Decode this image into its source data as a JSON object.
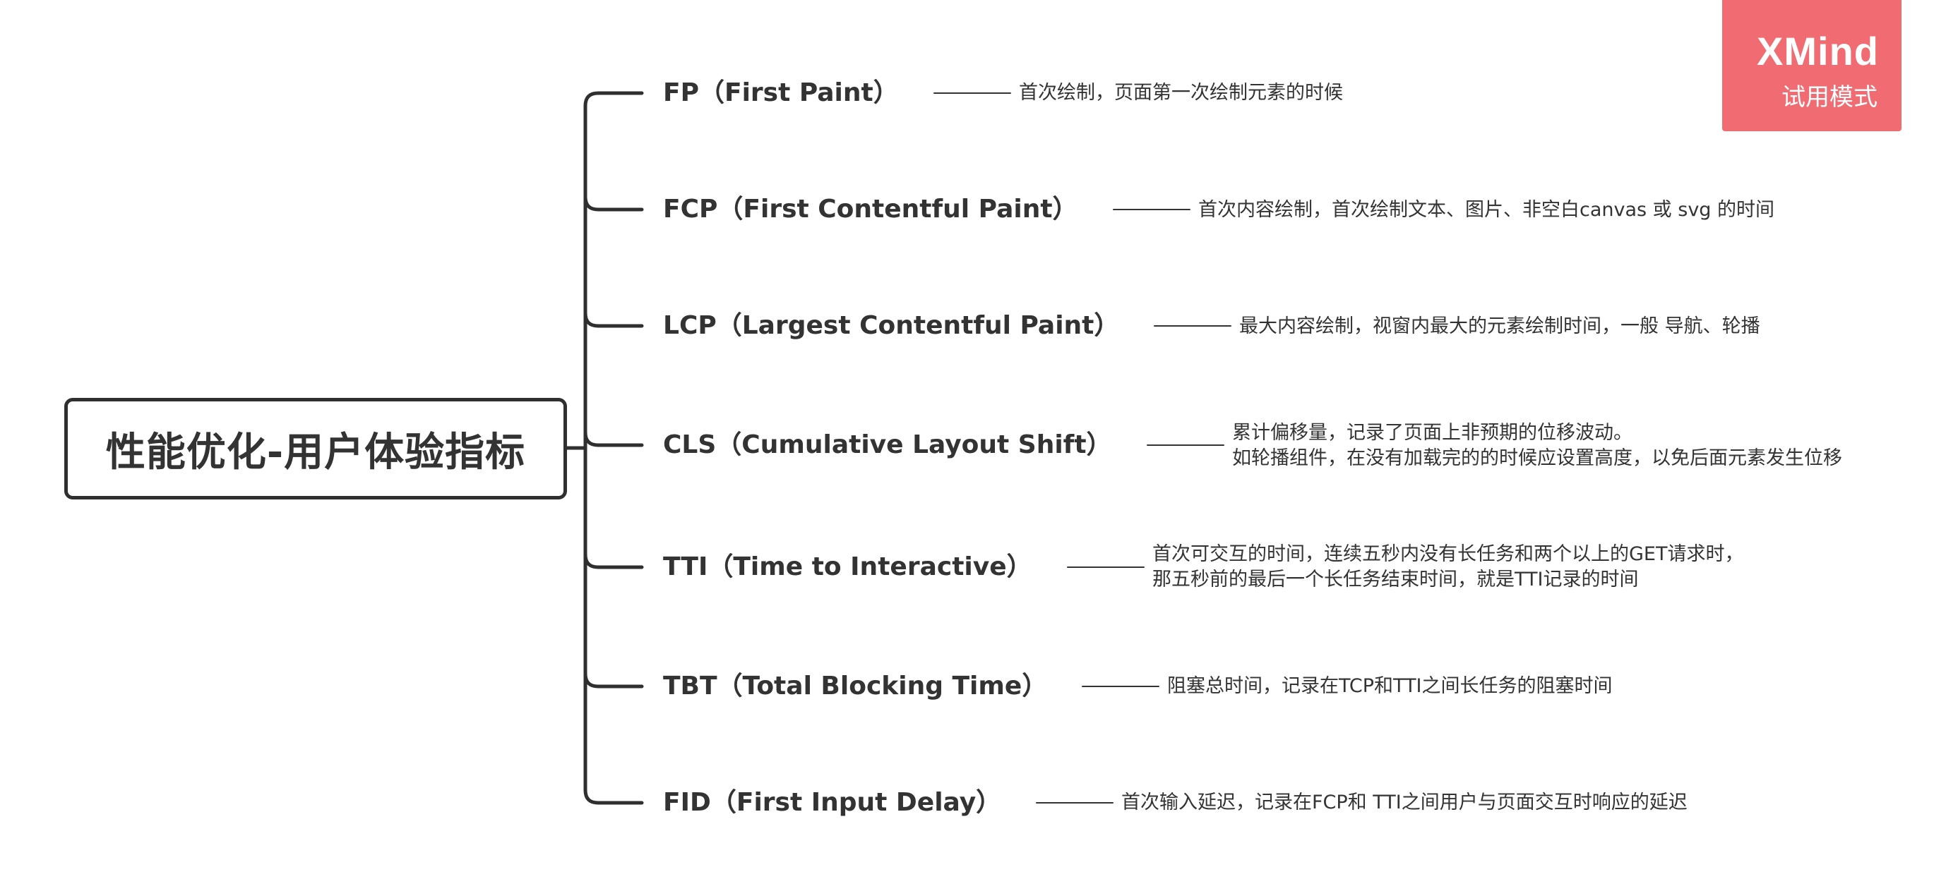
{
  "root": {
    "label": "性能优化-用户体验指标"
  },
  "branches": [
    {
      "label": "FP（First Paint）",
      "desc": [
        "首次绘制，页面第一次绘制元素的时候"
      ]
    },
    {
      "label": "FCP（First Contentful Paint）",
      "desc": [
        "首次内容绘制，首次绘制文本、图片、非空白canvas 或 svg 的时间"
      ]
    },
    {
      "label": "LCP（Largest Contentful Paint）",
      "desc": [
        "最大内容绘制，视窗内最大的元素绘制时间，一般 导航、轮播"
      ]
    },
    {
      "label": "CLS（Cumulative Layout Shift）",
      "desc": [
        "累计偏移量，记录了页面上非预期的位移波动。",
        "如轮播组件，在没有加载完的的时候应设置高度，以免后面元素发生位移"
      ]
    },
    {
      "label": "TTI（Time to Interactive）",
      "desc": [
        "首次可交互的时间，连续五秒内没有长任务和两个以上的GET请求时，",
        "那五秒前的最后一个长任务结束时间，就是TTI记录的时间"
      ]
    },
    {
      "label": "TBT（Total Blocking Time）",
      "desc": [
        "阻塞总时间，记录在TCP和TTI之间长任务的阻塞时间"
      ]
    },
    {
      "label": "FID（First Input Delay）",
      "desc": [
        "首次输入延迟，记录在FCP和 TTI之间用户与页面交互时响应的延迟"
      ]
    }
  ],
  "watermark": {
    "title": "XMind",
    "subtitle": "试用模式"
  },
  "colors": {
    "line": "#2f2f2f",
    "thin_line": "#333333",
    "watermark_bg": "#f16b72"
  }
}
